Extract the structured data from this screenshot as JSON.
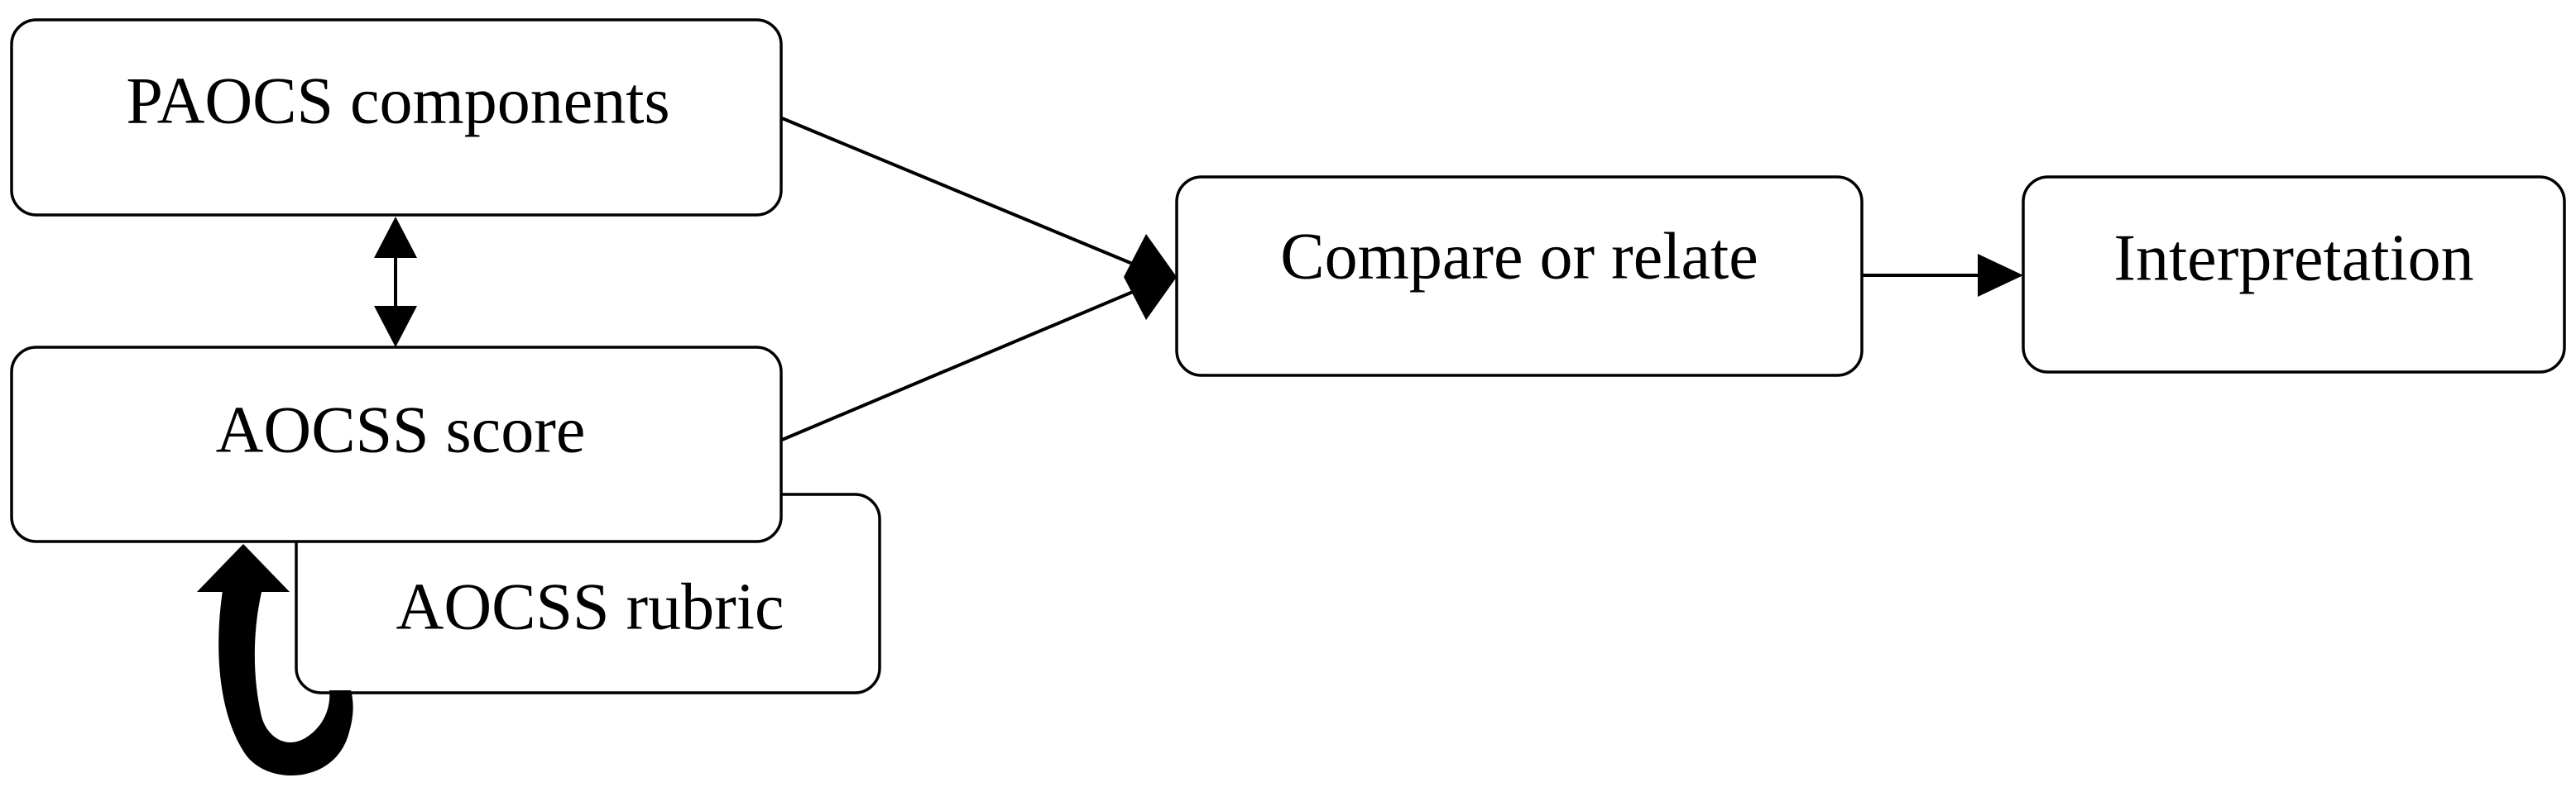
{
  "nodes": {
    "paocs_components": {
      "label": "PAOCS components"
    },
    "aocss_score": {
      "label": "AOCSS score"
    },
    "aocss_rubric": {
      "label": "AOCSS rubric"
    },
    "compare_or_relate": {
      "label": "Compare or relate"
    },
    "interpretation": {
      "label": "Interpretation"
    }
  },
  "colors": {
    "stroke": "#000000",
    "fill": "#ffffff",
    "text": "#000000"
  }
}
